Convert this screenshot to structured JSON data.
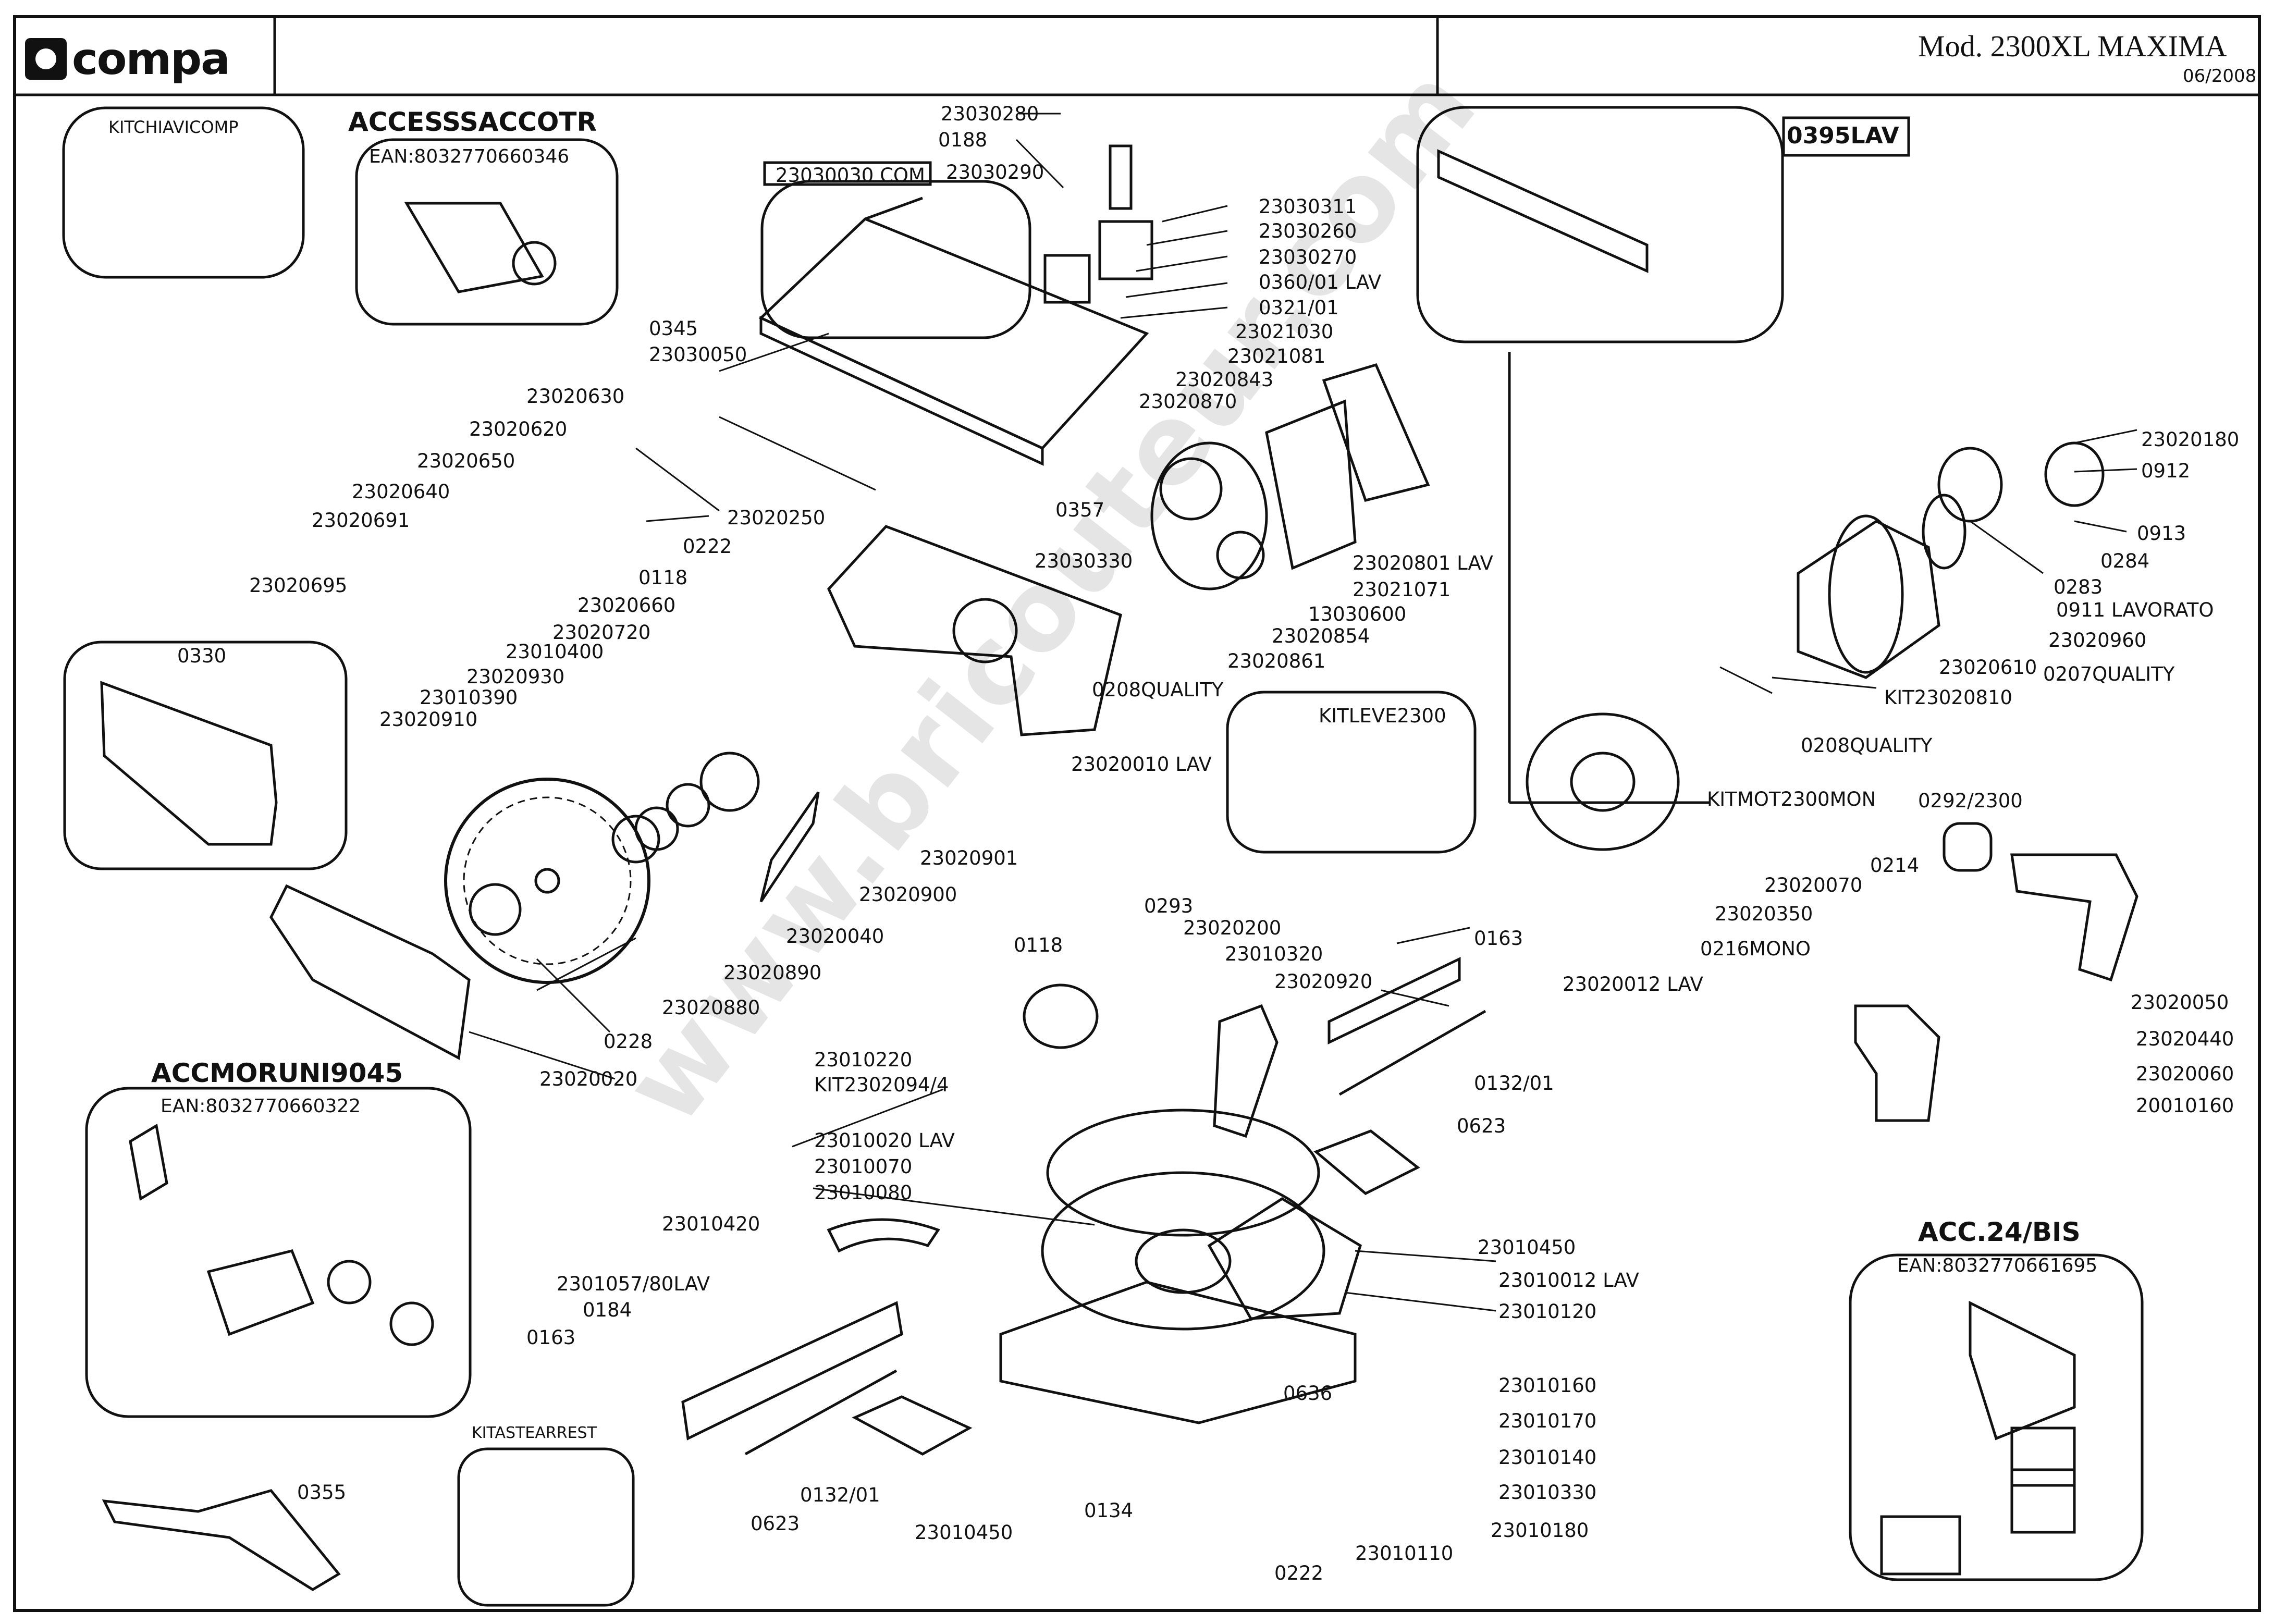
{
  "header": {
    "brand": "compa",
    "model": "Mod. 2300XL MAXIMA",
    "date": "06/2008"
  },
  "watermark": "www.bricouteur.com",
  "kits": {
    "kitchiavicomp": "KITCHIAVICOMP",
    "accessaccotr": "ACCESSSACCOTR",
    "accessaccotr_ean": "EAN:8032770660346",
    "lav0395": "0395LAV",
    "k0330": "0330",
    "kitleve": "KITLEVE2300",
    "accmoruni": "ACCMORUNI9045",
    "accmoruni_ean": "EAN:8032770660322",
    "kitastearrest": "KITASTEARREST",
    "acc24": "ACC.24/BIS",
    "acc24_ean": "EAN:8032770661695"
  },
  "parts": [
    "23030280",
    "0188",
    "23030290",
    "23030030 COM",
    "23030311",
    "23030260",
    "23030270",
    "0360/01 LAV",
    "0321/01",
    "23021030",
    "23021081",
    "23020843",
    "23020870",
    "0345",
    "23030050",
    "23020630",
    "23020620",
    "23020650",
    "23020640",
    "23020691",
    "23020695",
    "23020250",
    "23020660",
    "23020720",
    "0118",
    "0222",
    "0357",
    "23030330",
    "23020801 LAV",
    "23021071",
    "13030600",
    "23020854",
    "23020861",
    "0208QUALITY",
    "23010400",
    "23020930",
    "23010390",
    "23020910",
    "23020010 LAV",
    "23020901",
    "23020900",
    "23020040",
    "23020890",
    "23020880",
    "0228",
    "23020020",
    "23020180",
    "0912",
    "0913",
    "0284",
    "0283",
    "0911 LAVORATO",
    "23020960",
    "23020610",
    "0207QUALITY",
    "KIT23020810",
    "0208QUALITY",
    "KITMOT2300MON",
    "0292/2300",
    "0214",
    "23020070",
    "23020350",
    "0216MONO",
    "23020050",
    "23020440",
    "23020060",
    "20010160",
    "0163",
    "23020012 LAV",
    "0132/01",
    "0623",
    "0293",
    "23020200",
    "0118",
    "23010320",
    "23020920",
    "23010220",
    "KIT2302094/4",
    "23010020 LAV",
    "23010070",
    "23010080",
    "23010420",
    "2301057/80LAV",
    "0184",
    "0163",
    "23010450",
    "23010012 LAV",
    "23010120",
    "23010160",
    "0636",
    "23010170",
    "23010140",
    "23010330",
    "23010180",
    "0134",
    "0623",
    "0132/01",
    "23010450",
    "0222",
    "23010110",
    "0355"
  ]
}
